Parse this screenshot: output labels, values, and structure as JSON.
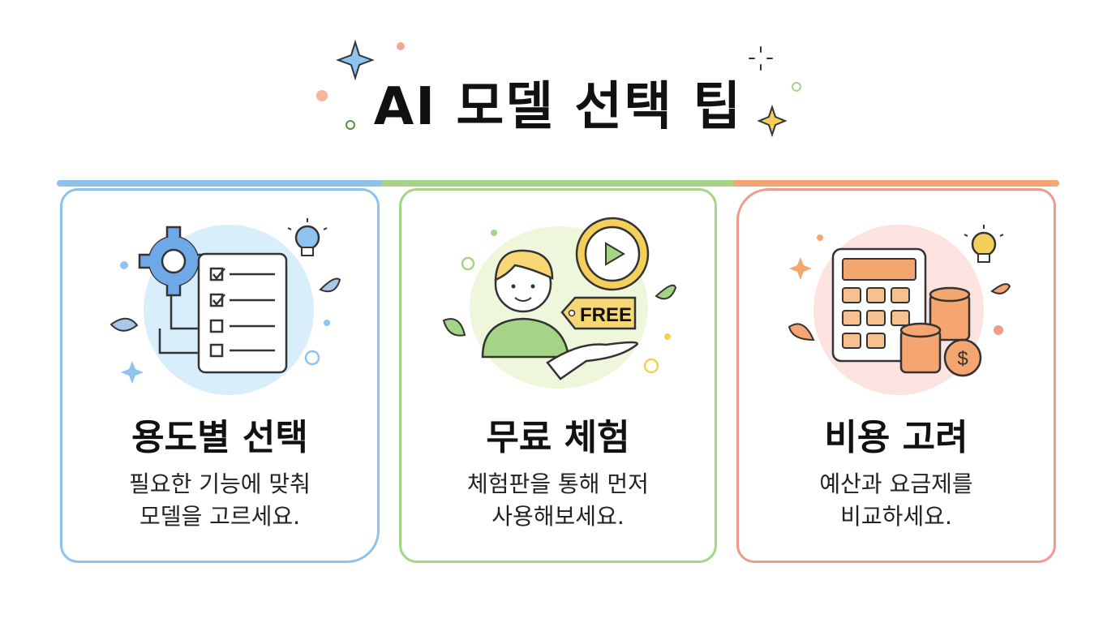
{
  "title": "AI 모델 선택 팁",
  "colors": {
    "blue": "#8ec2ee",
    "green": "#a6d486",
    "orange": "#f5a56f",
    "red": "#ef9a8a",
    "yellow": "#f2c744"
  },
  "cards": [
    {
      "title": "용도별 선택",
      "desc": [
        "필요한 기능에 맞춰",
        "모델을 고르세요."
      ],
      "icons": [
        "gear-icon",
        "checklist-icon",
        "lightbulb-icon",
        "leaf-icon"
      ]
    },
    {
      "title": "무료 체험",
      "desc": [
        "체험판을 통해 먼저",
        "사용해보세요."
      ],
      "tag": "FREE",
      "icons": [
        "person-icon",
        "play-clock-icon",
        "free-tag-icon",
        "hand-icon"
      ]
    },
    {
      "title": "비용 고려",
      "desc": [
        "예산과 요금제를",
        "비교하세요."
      ],
      "icons": [
        "calculator-icon",
        "coins-icon",
        "dollar-coin-icon",
        "lightbulb-icon"
      ]
    }
  ]
}
